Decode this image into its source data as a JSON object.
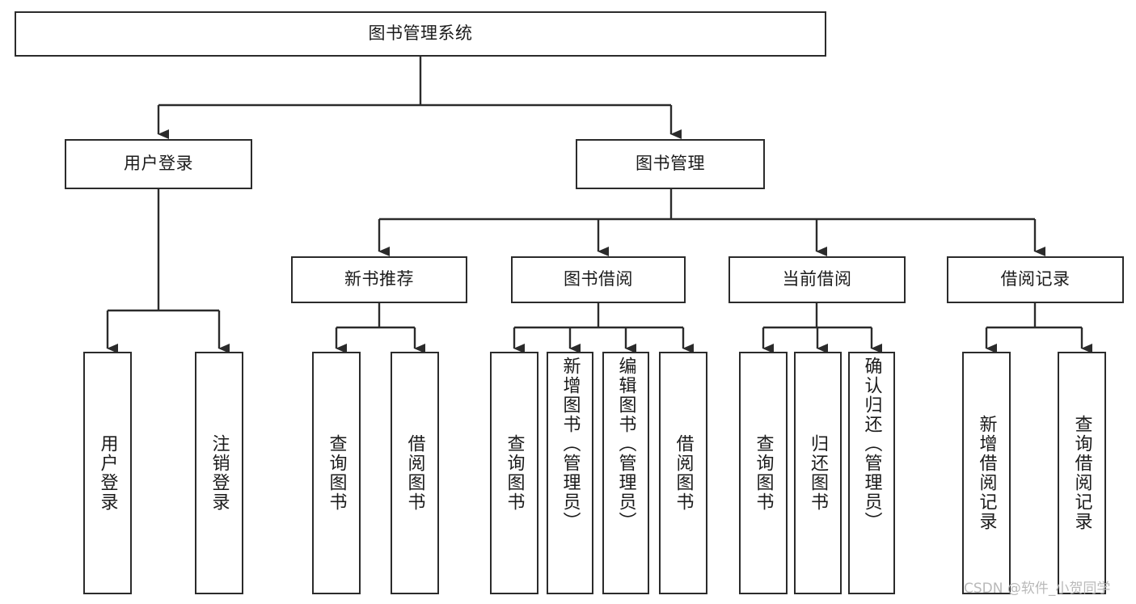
{
  "diagram": {
    "title": "图书管理系统",
    "root": {
      "label": "图书管理系统"
    },
    "level2": [
      {
        "label": "用户登录"
      },
      {
        "label": "图书管理"
      }
    ],
    "level3": [
      {
        "label": "新书推荐"
      },
      {
        "label": "图书借阅"
      },
      {
        "label": "当前借阅"
      },
      {
        "label": "借阅记录"
      }
    ],
    "leaves": {
      "user_login": [
        {
          "label": "用户登录"
        },
        {
          "label": "注销登录"
        }
      ],
      "new_book_recommend": [
        {
          "label": "查询图书"
        },
        {
          "label": "借阅图书"
        }
      ],
      "book_borrow": [
        {
          "label": "查询图书"
        },
        {
          "label": "新增图书（管理员）"
        },
        {
          "label": "编辑图书（管理员）"
        },
        {
          "label": "借阅图书"
        }
      ],
      "current_borrow": [
        {
          "label": "查询图书"
        },
        {
          "label": "归还图书"
        },
        {
          "label": "确认归还（管理员）"
        }
      ],
      "borrow_record": [
        {
          "label": "新增借阅记录"
        },
        {
          "label": "查询借阅记录"
        }
      ]
    },
    "watermark": "CSDN @软件_小贺同学",
    "colors": {
      "stroke": "#2b2b2b",
      "fill": "#ffffff",
      "text": "#1b1b1b",
      "watermark": "#b9b9b9"
    }
  }
}
